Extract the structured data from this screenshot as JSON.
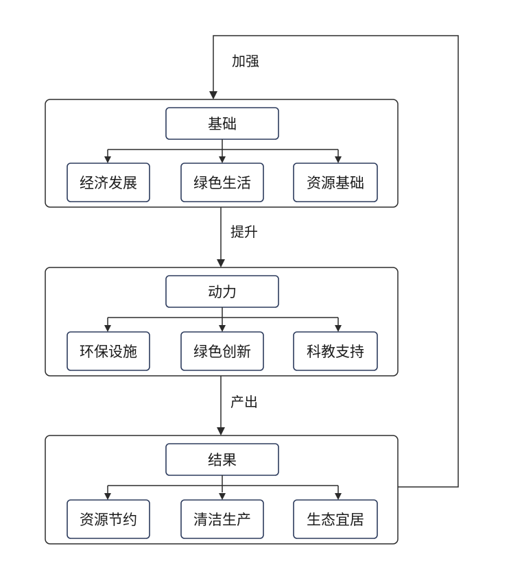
{
  "edge_labels": {
    "feedback": "加强",
    "base_to_power": "提升",
    "power_to_result": "产出"
  },
  "groups": [
    {
      "title": "基础",
      "items": [
        "经济发展",
        "绿色生活",
        "资源基础"
      ]
    },
    {
      "title": "动力",
      "items": [
        "环保设施",
        "绿色创新",
        "科教支持"
      ]
    },
    {
      "title": "结果",
      "items": [
        "资源节约",
        "清洁生产",
        "生态宜居"
      ]
    }
  ]
}
